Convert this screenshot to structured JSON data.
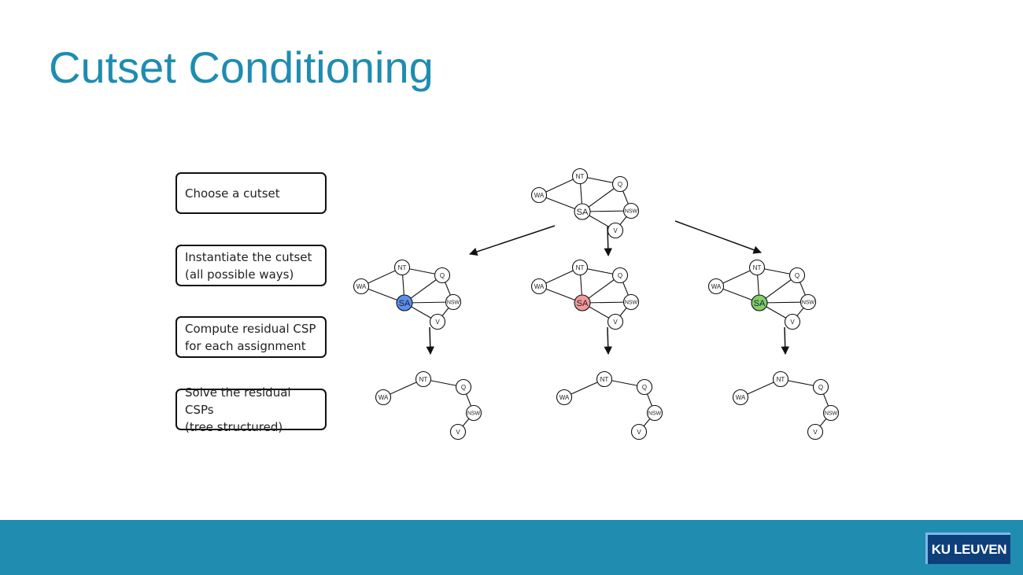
{
  "slide": {
    "title": "Cutset Conditioning"
  },
  "steps": [
    {
      "label": "Choose a cutset"
    },
    {
      "label": "Instantiate the cutset\n(all possible ways)"
    },
    {
      "label": "Compute residual CSP\nfor each assignment"
    },
    {
      "label": "Solve the residual CSPs\n(tree structured)"
    }
  ],
  "graph": {
    "nodes": [
      {
        "id": "NT",
        "label": "NT"
      },
      {
        "id": "Q",
        "label": "Q"
      },
      {
        "id": "WA",
        "label": "WA"
      },
      {
        "id": "SA",
        "label": "SA"
      },
      {
        "id": "NSW",
        "label": "NSW"
      },
      {
        "id": "V",
        "label": "V"
      }
    ],
    "edges": [
      [
        "WA",
        "NT"
      ],
      [
        "WA",
        "SA"
      ],
      [
        "NT",
        "SA"
      ],
      [
        "NT",
        "Q"
      ],
      [
        "SA",
        "Q"
      ],
      [
        "SA",
        "NSW"
      ],
      [
        "SA",
        "V"
      ],
      [
        "Q",
        "NSW"
      ],
      [
        "NSW",
        "V"
      ]
    ],
    "tree_edges": [
      [
        "WA",
        "NT"
      ],
      [
        "NT",
        "Q"
      ],
      [
        "Q",
        "NSW"
      ],
      [
        "NSW",
        "V"
      ]
    ]
  },
  "assignments": [
    {
      "name": "blue",
      "color": "#5b8ff0"
    },
    {
      "name": "red",
      "color": "#f29a9a"
    },
    {
      "name": "green",
      "color": "#7fce6b"
    }
  ],
  "colors": {
    "title": "#1f8cb0",
    "footer": "#1f8cb0",
    "logo_bg": "#0d3f7a",
    "unassigned": "#ffffff"
  },
  "footer": {
    "logo_text": "KU LEUVEN"
  }
}
